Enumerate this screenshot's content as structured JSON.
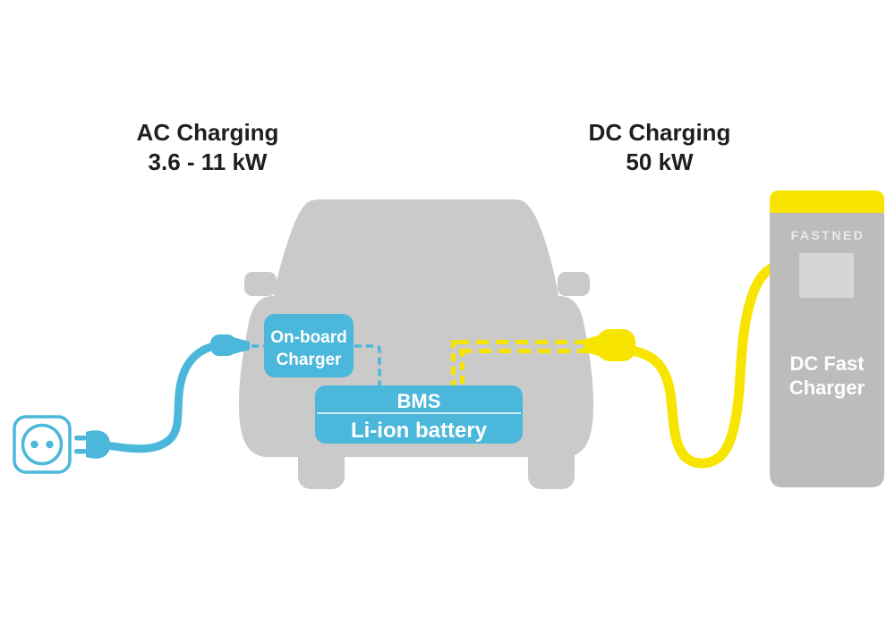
{
  "ac_section": {
    "title": "AC Charging",
    "power": "3.6 - 11 kW"
  },
  "dc_section": {
    "title": "DC Charging",
    "power": "50 kW"
  },
  "car": {
    "onboard_charger_line1": "On-board",
    "onboard_charger_line2": "Charger",
    "bms_label": "BMS",
    "battery_label": "Li-ion battery"
  },
  "station": {
    "brand": "FASTNED",
    "label_line1": "DC Fast",
    "label_line2": "Charger"
  },
  "colors": {
    "blue": "#4ab7db",
    "yellow": "#f7e400",
    "car_gray": "#cacacb",
    "station_gray": "#bcbcbc",
    "screen_gray": "#d6d6d6",
    "text_dark": "#1e1e1e",
    "text_white": "#ffffff",
    "brand_text": "#e9e9e9"
  }
}
